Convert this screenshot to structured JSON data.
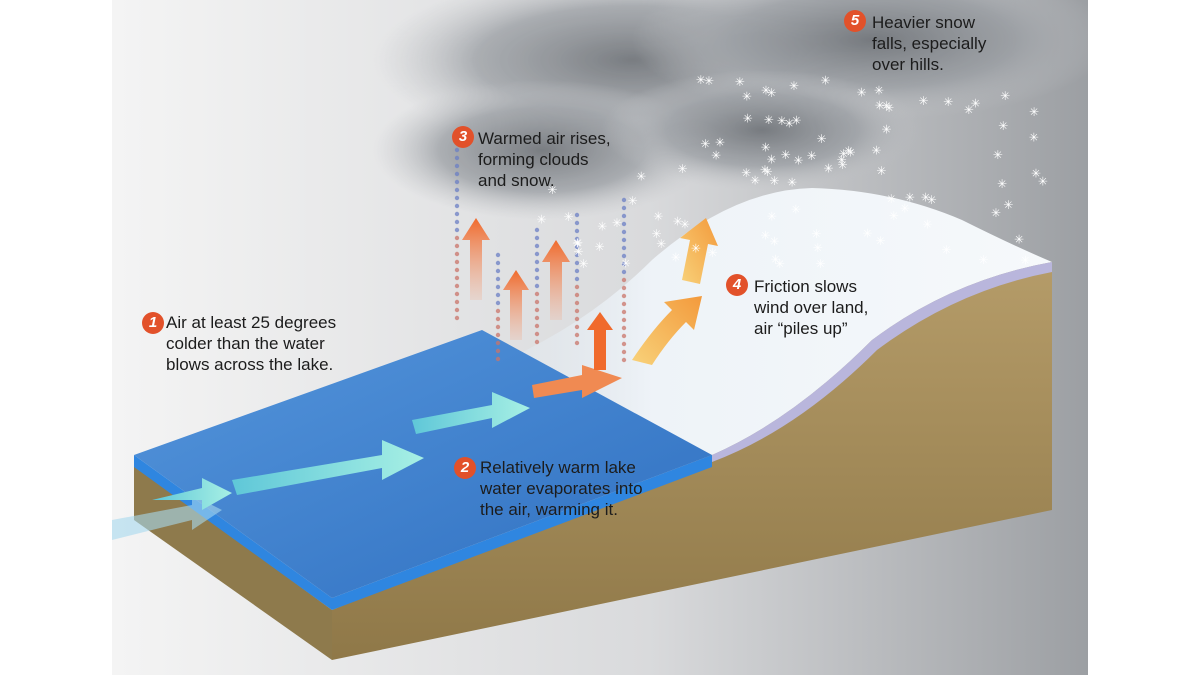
{
  "callouts": [
    {
      "number": "1",
      "lines": [
        "Air at least 25 degrees",
        "colder than the water",
        "blows across the lake."
      ]
    },
    {
      "number": "2",
      "lines": [
        "Relatively warm lake",
        "water evaporates into",
        "the air, warming it."
      ]
    },
    {
      "number": "3",
      "lines": [
        "Warmed air rises,",
        "forming clouds",
        "and snow."
      ]
    },
    {
      "number": "4",
      "lines": [
        "Friction slows",
        "wind over land,",
        "air “piles up”"
      ]
    },
    {
      "number": "5",
      "lines": [
        "Heavier snow",
        "falls, especially",
        "over hills."
      ]
    }
  ],
  "colors": {
    "water": "#3f83d4",
    "water_edge": "#2f86e0",
    "soil": "#a8905f",
    "snow": "#eef3f8",
    "callout_badge": "#e2512a",
    "warm_arrow": "#f07a35",
    "cold_arrow": "#7fd8d8"
  }
}
